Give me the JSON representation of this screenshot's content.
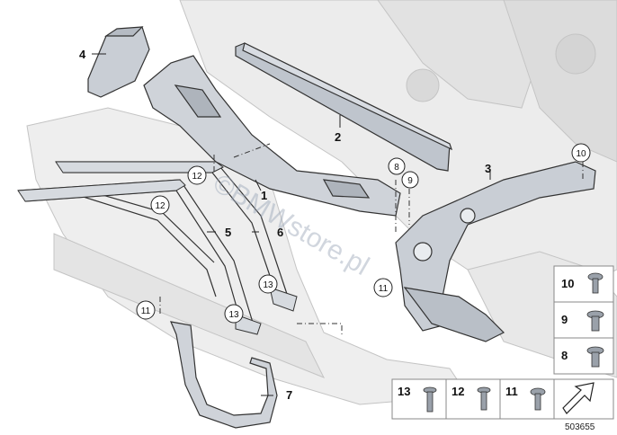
{
  "diagram": {
    "id_number": "503655",
    "watermark": "©BMWstore.pl"
  },
  "callouts": {
    "c1": "1",
    "c2": "2",
    "c3": "3",
    "c4": "4",
    "c5": "5",
    "c6": "6",
    "c7": "7"
  },
  "circle_refs": {
    "r8": "8",
    "r9": "9",
    "r10": "10",
    "r11_left": "11",
    "r11_right": "11",
    "r12_top": "12",
    "r12_left": "12",
    "r13_mid": "13",
    "r13_bottom": "13"
  },
  "fastener_legend": {
    "f10": "10",
    "f9": "9",
    "f8": "8",
    "f13": "13",
    "f12": "12",
    "f11": "11"
  },
  "colors": {
    "line": "#222222",
    "part_fill": "#c9ced5",
    "background_part": "#e6e6e6",
    "box_border": "#888888"
  }
}
